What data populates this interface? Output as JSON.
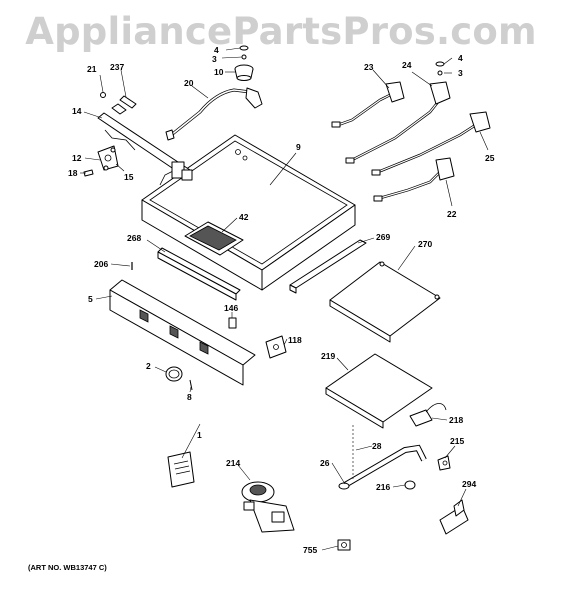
{
  "watermark": "AppliancePartsPros.com",
  "art_number": "(ART NO. WB13747 C)",
  "callouts": [
    "1",
    "2",
    "3",
    "4",
    "5",
    "8",
    "9",
    "10",
    "12",
    "14",
    "15",
    "18",
    "20",
    "21",
    "22",
    "23",
    "24",
    "25",
    "26",
    "28",
    "42",
    "118",
    "146",
    "206",
    "214",
    "215",
    "216",
    "218",
    "219",
    "237",
    "268",
    "269",
    "270",
    "294",
    "755"
  ]
}
